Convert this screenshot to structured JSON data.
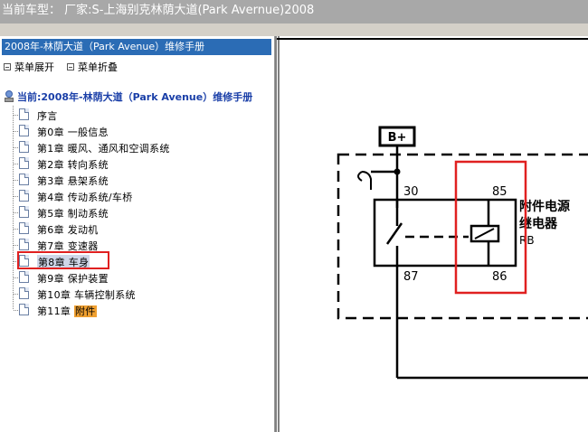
{
  "window": {
    "title": "当前车型： 厂家:S-上海别克林荫大道(Park Avernue)2008"
  },
  "sidebar": {
    "header": "2008年-林荫大道（Park Avenue）维修手册",
    "toggles": [
      {
        "label": "菜单展开"
      },
      {
        "label": "菜单折叠"
      }
    ],
    "root": "当前:2008年-林荫大道（Park Avenue）维修手册",
    "items": [
      {
        "label": "序言"
      },
      {
        "label": "第0章 一般信息"
      },
      {
        "label": "第1章 暖风、通风和空调系统"
      },
      {
        "label": "第2章 转向系统"
      },
      {
        "label": "第3章 悬架系统"
      },
      {
        "label": "第4章 传动系统/车桥"
      },
      {
        "label": "第5章 制动系统"
      },
      {
        "label": "第6章 发动机"
      },
      {
        "label": "第7章 变速器"
      },
      {
        "label": "第8章 车身"
      },
      {
        "label": "第9章 保护装置"
      },
      {
        "label": "第10章 车辆控制系统"
      },
      {
        "label": "第11章",
        "highlight": "附件"
      }
    ]
  },
  "diagram": {
    "power_label": "B+",
    "pin_30": "30",
    "pin_85": "85",
    "pin_87": "87",
    "pin_86": "86",
    "relay_name_line1": "附件电源",
    "relay_name_line2": "继电器",
    "relay_id": "RB"
  },
  "colors": {
    "highlight_box": "#e02020",
    "header_bg": "#2b6cb5",
    "search_hit": "#f0a030",
    "titlebar_bg": "#a8a8a8"
  }
}
